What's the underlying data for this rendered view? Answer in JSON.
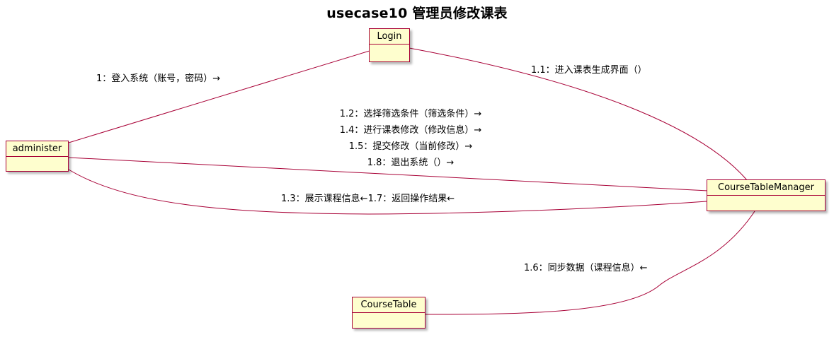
{
  "title": "usecase10 管理员修改课表",
  "colors": {
    "object_fill": "#FEFECE",
    "object_border": "#A80036",
    "link_stroke": "#A80036"
  },
  "objects": {
    "login": "Login",
    "administer": "administer",
    "course_table_manager": "CourseTableManager",
    "course_table": "CourseTable"
  },
  "links": {
    "administer_login": [
      "1：登入系统（账号，密码）→"
    ],
    "login_manager": [
      "1.1：进入课表生成界面（）"
    ],
    "administer_manager_top": [
      "1.2：选择筛选条件（筛选条件）→",
      "1.4：进行课表修改（修改信息）→",
      "1.5：提交修改（当前修改）→",
      "1.8：退出系统（）→"
    ],
    "manager_administer_bottom": [
      "1.3：展示课程信息←1.7：返回操作结果←"
    ],
    "manager_table": [
      "1.6：同步数据（课程信息）←"
    ]
  }
}
